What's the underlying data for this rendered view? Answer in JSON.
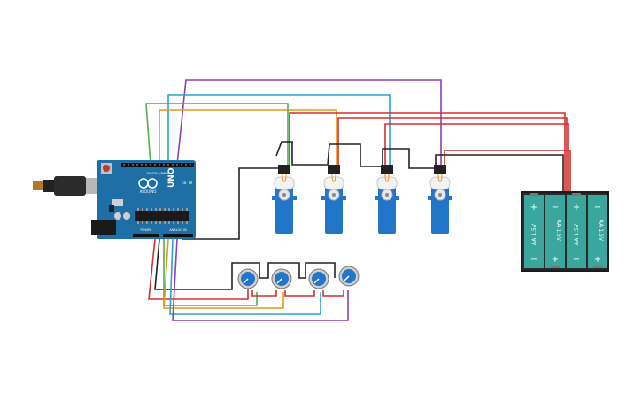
{
  "arduino": {
    "brand": "ARDUINO",
    "model": "UNO",
    "led_on_label": "ON",
    "digital_label": "DIGITAL (PWM~)",
    "power_label": "POWER",
    "analog_label": "ANALOG IN",
    "board_color": "#1d6fa5"
  },
  "servos": [
    {
      "id": "servo-1"
    },
    {
      "id": "servo-2"
    },
    {
      "id": "servo-3"
    },
    {
      "id": "servo-4"
    }
  ],
  "potentiometers": [
    {
      "id": "pot-1"
    },
    {
      "id": "pot-2"
    },
    {
      "id": "pot-3"
    },
    {
      "id": "pot-4"
    }
  ],
  "battery_pack": {
    "cells": [
      {
        "label": "AA 1.5V",
        "top": "+",
        "bottom": "−"
      },
      {
        "label": "AA 1.5V",
        "top": "−",
        "bottom": "+"
      },
      {
        "label": "AA 1.5V",
        "top": "+",
        "bottom": "−"
      },
      {
        "label": "AA 1.5V",
        "top": "−",
        "bottom": "+"
      }
    ],
    "cell_color": "#3aa79f"
  },
  "wire_colors": {
    "red": "#d32f2f",
    "black": "#222222",
    "green": "#4caf50",
    "orange": "#e69a1a",
    "blue": "#29a3c9",
    "purple": "#8e3fb3"
  }
}
